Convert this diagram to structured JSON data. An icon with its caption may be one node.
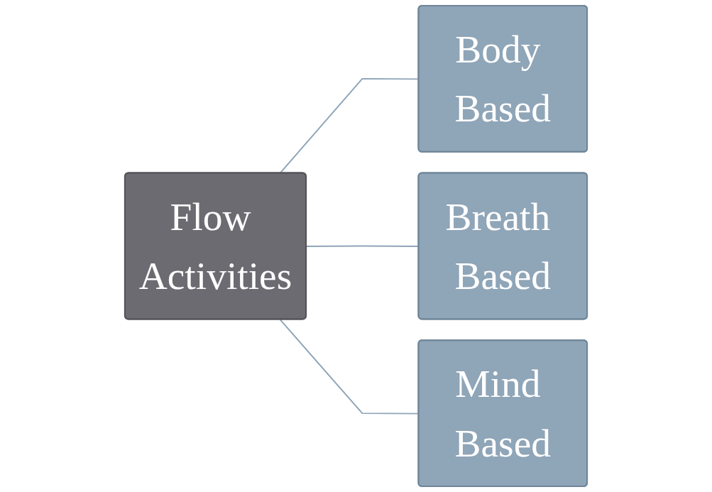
{
  "diagram": {
    "nodes": [
      {
        "text": [
          "Flow Activities"
        ]
      },
      {
        "text": [
          "Body Based"
        ]
      },
      {
        "text": [
          "Breath Based"
        ]
      },
      {
        "text": [
          "Mind Based"
        ]
      }
    ],
    "edges": [
      {
        "from": 0,
        "to": 1,
        "arrow": "none"
      },
      {
        "from": 0,
        "to": 2,
        "arrow": "none"
      },
      {
        "from": 0,
        "to": 3,
        "arrow": "none"
      }
    ]
  }
}
